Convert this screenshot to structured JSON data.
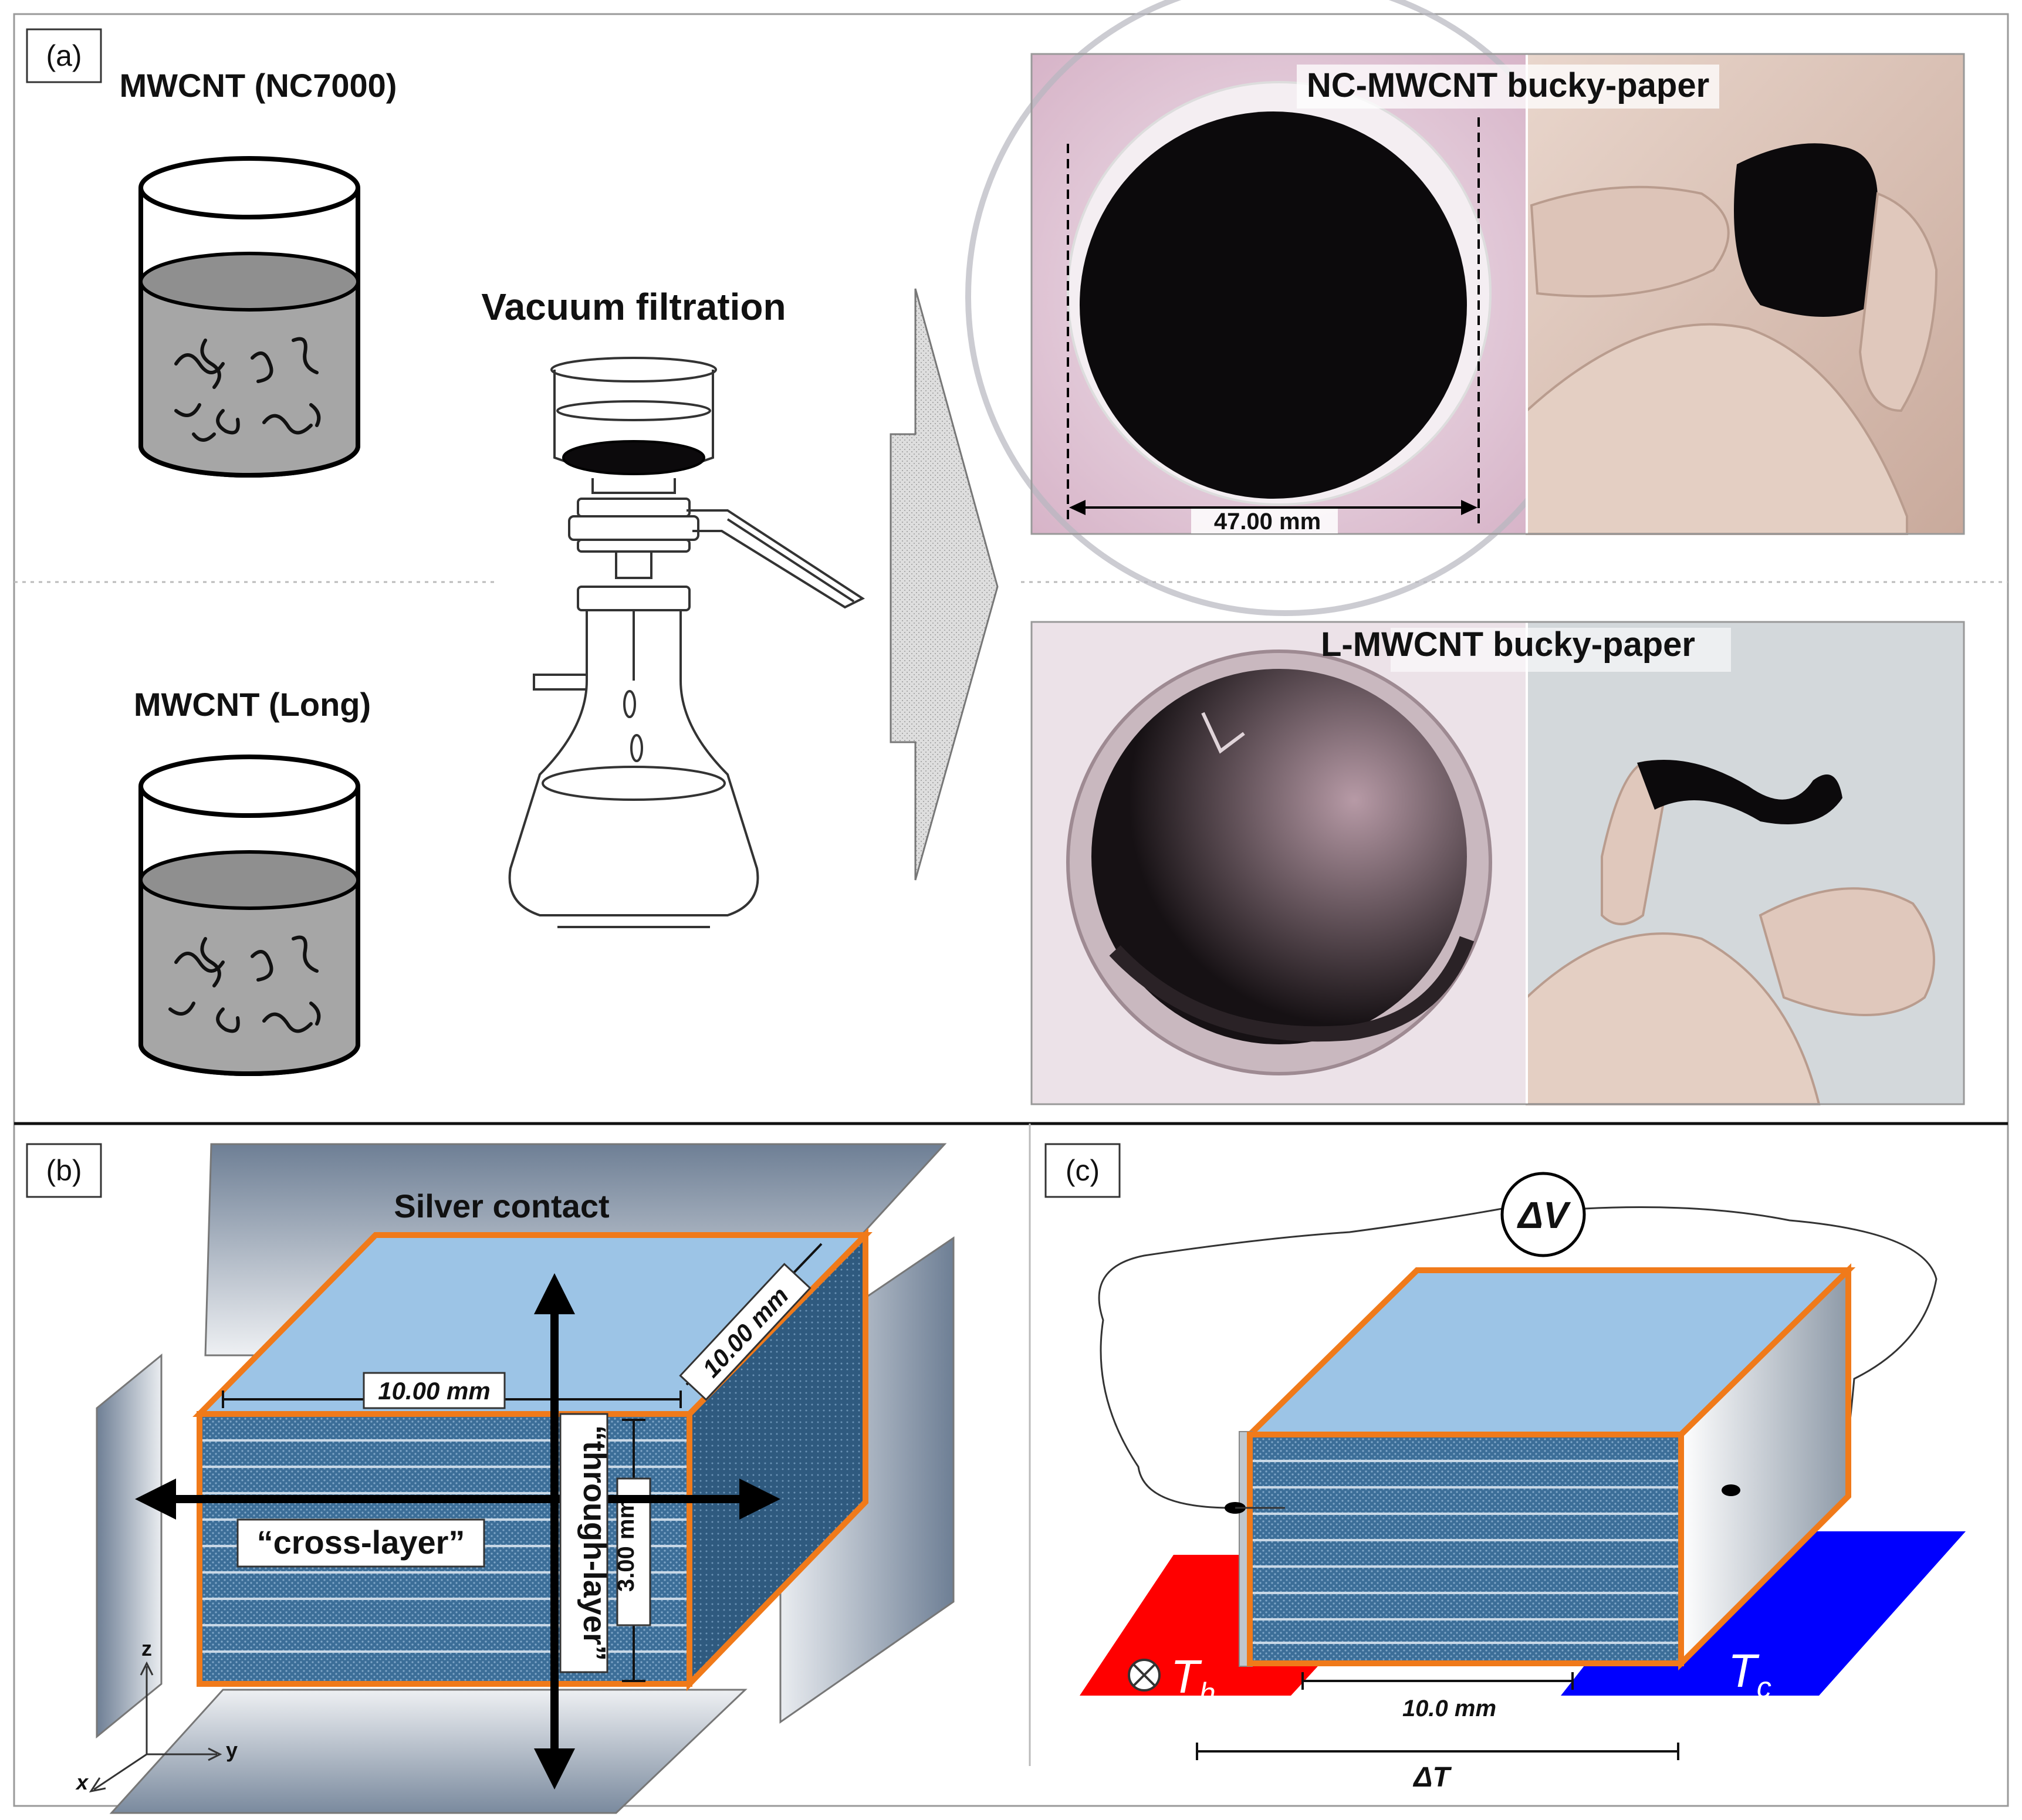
{
  "panels": {
    "a": {
      "label": "(a)",
      "sample_top_label": "MWCNT (NC7000)",
      "sample_bottom_label": "MWCNT (Long)",
      "process_label": "Vacuum filtration",
      "photo_top_title": "NC-MWCNT bucky-paper",
      "photo_top_dimension": "47.00 mm",
      "photo_bottom_title": "L-MWCNT bucky-paper"
    },
    "b": {
      "label": "(b)",
      "contact_label": "Silver contact",
      "width_label": "10.00 mm",
      "depth_label": "10.00 mm",
      "thickness_label": "3.00 mm",
      "cross_layer_label": "“cross-layer”",
      "through_layer_label": "“through-layer”",
      "axis_z": "z",
      "axis_y": "y",
      "axis_x": "x"
    },
    "c": {
      "label": "(c)",
      "voltage_label": "ΔV",
      "hot_label_main": "T",
      "hot_label_sub": "h",
      "cold_label_main": "T",
      "cold_label_sub": "c",
      "length_label": "10.0 mm",
      "gradient_label": "ΔT"
    }
  },
  "colors": {
    "stack_top": "#9cc4e6",
    "stack_layer": "#3c6e98",
    "stack_outline": "#f07a1a",
    "hot_plate": "#ff0000",
    "cold_plate": "#0000ff",
    "bucky_paper": "#0c0a0c",
    "liquid": "#a6a6a6"
  }
}
